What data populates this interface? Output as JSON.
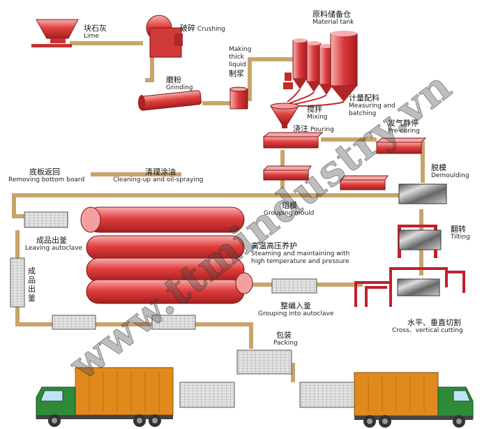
{
  "watermark": "www.ttmindustry.vn",
  "labels": {
    "lime": {
      "zh": "块石灰",
      "en": "Lime"
    },
    "crushing": {
      "zh": "破碎",
      "en": "Crushing"
    },
    "grinding": {
      "zh": "磨粉",
      "en": "Grinding"
    },
    "thick_liquid": {
      "zh": "制浆",
      "en": "Making thick liquid"
    },
    "material_tank": {
      "zh": "原料储备仓",
      "en": "Material tank"
    },
    "measuring": {
      "zh": "计量配料",
      "en": "Measuring and batching"
    },
    "mixing": {
      "zh": "搅拌",
      "en": "Mixing"
    },
    "pouring": {
      "zh": "浇注",
      "en": "Pouring"
    },
    "precuring": {
      "zh": "发气静停",
      "en": "Pre-curing"
    },
    "demoulding": {
      "zh": "脱模",
      "en": "Demoulding"
    },
    "removing_board": {
      "zh": "底板返回",
      "en": "Removing bottom board"
    },
    "cleaning": {
      "zh": "清理涂油",
      "en": "Cleaning-up and oil-spraying"
    },
    "grouping_mould": {
      "zh": "组模",
      "en": "Grouping mould"
    },
    "tilting": {
      "zh": "翻转",
      "en": "Tilting"
    },
    "leaving_autoclave": {
      "zh": "成品出釜",
      "en": "Leaving autoclave"
    },
    "leaving_vertical": {
      "zh": "成品出釜"
    },
    "steaming": {
      "zh": "高温高压养护",
      "en": "Steaming and maintaining with high temperature and pressure"
    },
    "grouping_autoclave": {
      "zh": "整编入釜",
      "en": "Grouping into autoclave"
    },
    "cutting": {
      "zh": "水平、垂直切割",
      "en": "Cross、vertical cutting"
    },
    "packing": {
      "zh": "包装",
      "en": "Packing"
    }
  },
  "colors": {
    "belt": "#c8a46a",
    "machine": "#d4383a",
    "machine_light": "#f4a0a0",
    "truck_body": "#2e8b3a",
    "container": "#e08a1e",
    "frame": "#c21f2c"
  }
}
